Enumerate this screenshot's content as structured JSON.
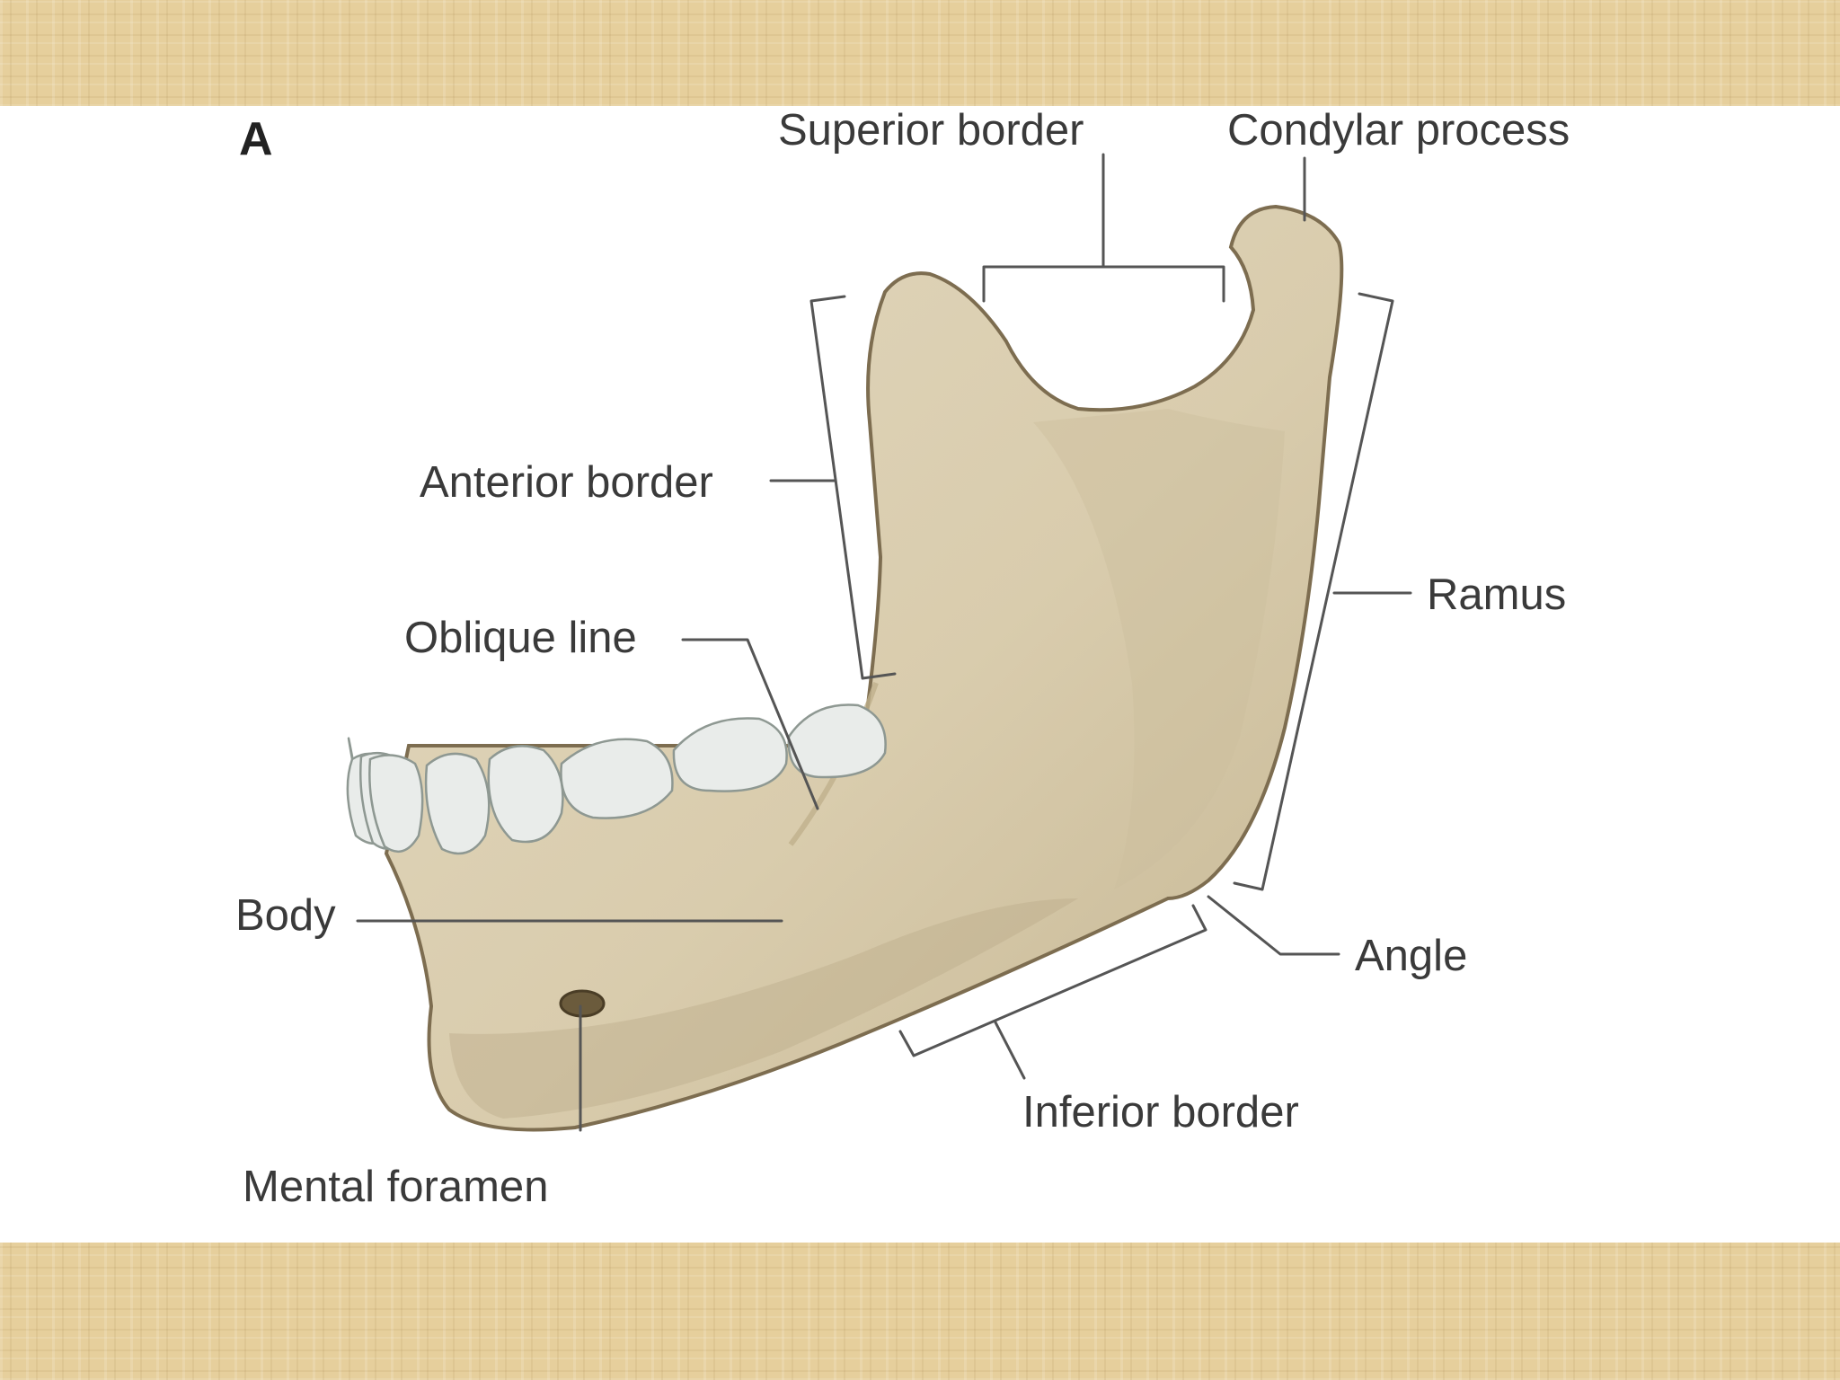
{
  "figure": {
    "panel_letter": "A",
    "labels": {
      "superior_border": "Superior border",
      "condylar_process": "Condylar process",
      "anterior_border": "Anterior border",
      "oblique_line": "Oblique line",
      "ramus": "Ramus",
      "body": "Body",
      "angle": "Angle",
      "inferior_border": "Inferior border",
      "mental_foramen": "Mental foramen"
    }
  },
  "colors": {
    "background": "#ffffff",
    "frame_band": "#e6cf9c",
    "bone": "#d8ccae",
    "bone_outline": "#7d6d50",
    "teeth": "#e9ecea",
    "leader_lines": "#555555",
    "label_text": "#3a3a3a"
  }
}
